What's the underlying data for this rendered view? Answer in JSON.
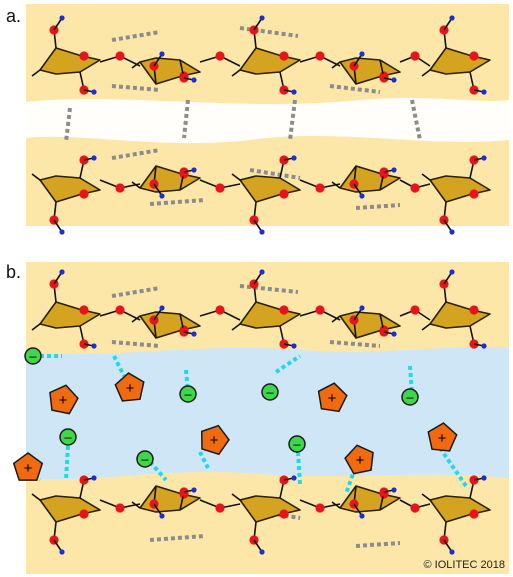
{
  "panels": {
    "a": {
      "label": "a."
    },
    "b": {
      "label": "b."
    }
  },
  "copyright": "© IOLITEC 2018",
  "legend_symbols": {
    "cation": "+",
    "anion": "–"
  },
  "colors": {
    "background": "#fce7a8",
    "ionic_liquid": "#cfe6f7",
    "ring": "#d4a420",
    "ring_stroke": "#2a2000",
    "oxygen": "#e8141b",
    "hydrogen": "#1c2fd6",
    "hbond": "#8c8c8c",
    "ion_bond": "#21d8e6",
    "cation": "#f06b10",
    "anion": "#3fd64a"
  }
}
